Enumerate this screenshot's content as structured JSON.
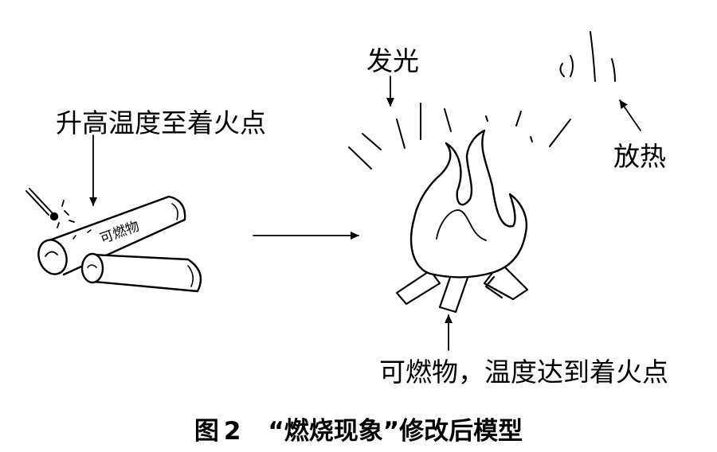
{
  "labels": {
    "heat_up": "升高温度至着火点",
    "emit_light": "发光",
    "release_heat": "放热",
    "condition": "可燃物，温度达到着火点",
    "log_text": "可燃物"
  },
  "caption": {
    "prefix": "图",
    "number": "2",
    "title": "“燃烧现象”修改后模型"
  },
  "colors": {
    "ink": "#000000",
    "paper": "#ffffff"
  }
}
